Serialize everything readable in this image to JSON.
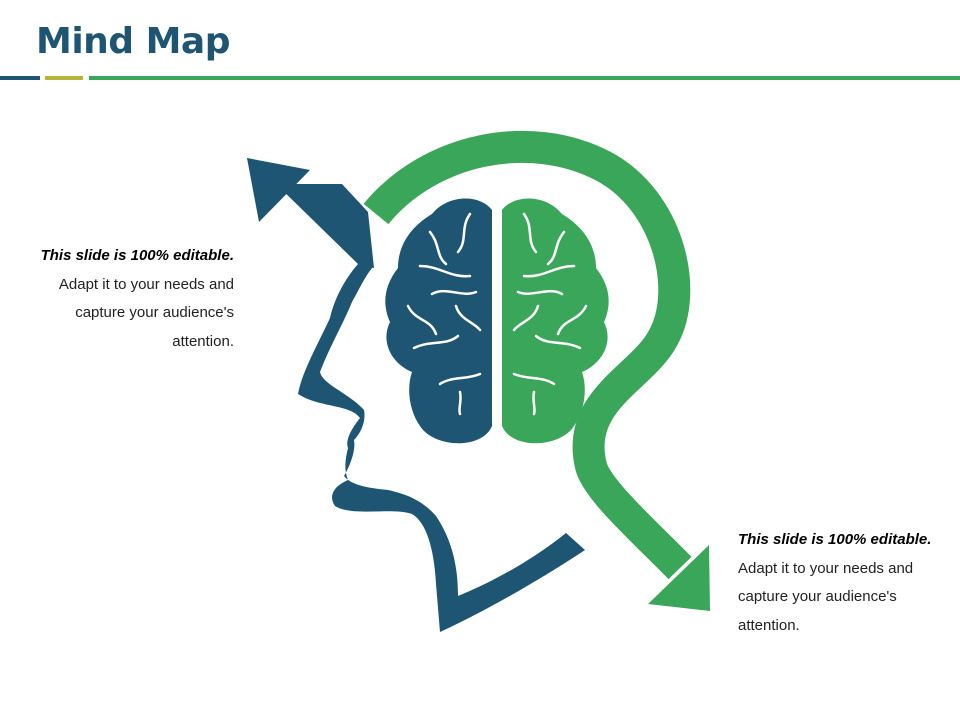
{
  "slide": {
    "title": "Mind Map"
  },
  "notes": {
    "left": {
      "bold_text": "This slide is 100% editable.",
      "body_text": " Adapt it to your needs and capture your audience's attention."
    },
    "right": {
      "bold_text": "This slide is 100% editable.",
      "body_text": " Adapt it to your needs and capture your audience's attention."
    }
  },
  "colors": {
    "navy": "#1d5573",
    "green": "#3aa65a",
    "olive": "#b5b53a"
  },
  "icons": {
    "head": "head-profile-icon",
    "brain": "brain-icon",
    "arrow_up": "arrow-up-left-icon",
    "arrow_down": "arrow-down-right-icon"
  }
}
